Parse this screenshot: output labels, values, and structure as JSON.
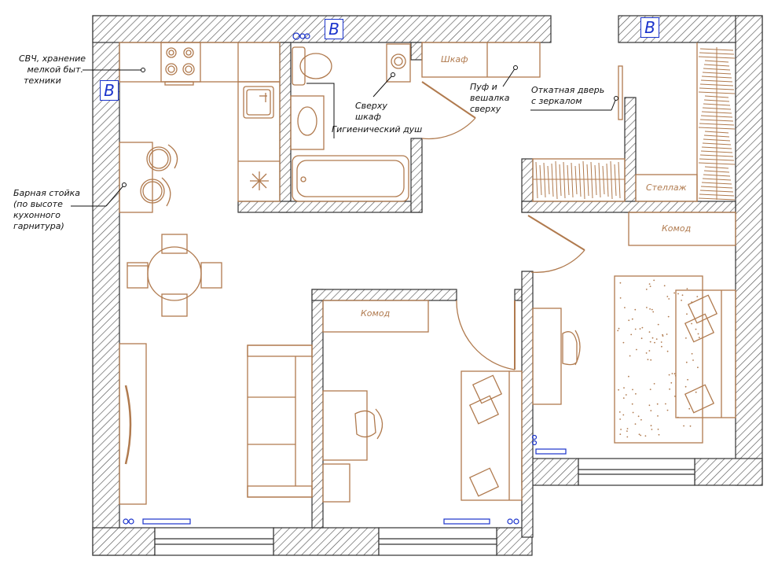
{
  "colors": {
    "wall": "#333333",
    "hatch": "#555555",
    "furniture": "#b07a4e",
    "vent": "#1a33cc",
    "text": "#111111"
  },
  "vent_mark": "B",
  "labels": {
    "microwave": [
      "СВЧ, хранение",
      "мелкой быт.",
      "техники"
    ],
    "bar": [
      "Барная стойка",
      "(по высоте",
      "кухонного",
      "гарнитура)"
    ],
    "wardrobe_top": [
      "Сверху",
      "шкаф"
    ],
    "shower": "Гигиенический душ",
    "closet": "Шкаф",
    "pouf": [
      "Пуф и",
      "вешалка",
      "сверху"
    ],
    "sliding_door": [
      "Откатная дверь",
      "с зеркалом"
    ],
    "shelving": "Стеллаж",
    "dresser_bedroom": "Комод",
    "dresser_kids": "Комод"
  }
}
